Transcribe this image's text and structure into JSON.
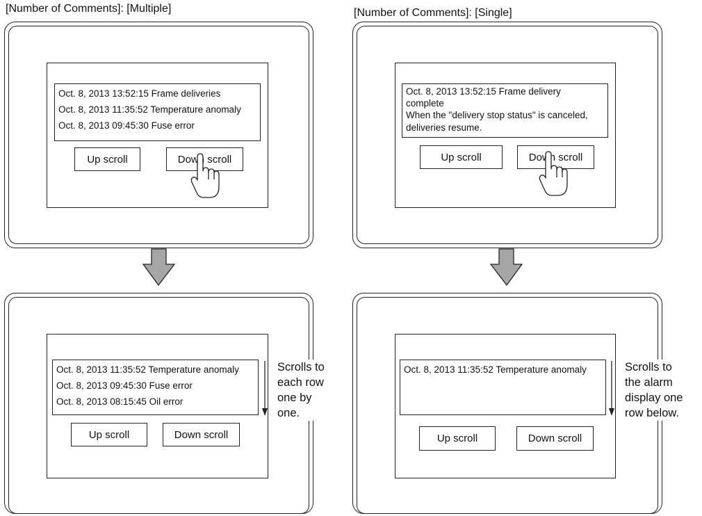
{
  "headings": {
    "multiple": "[Number of Comments]: [Multiple]",
    "single": "[Number of Comments]: [Single]"
  },
  "buttons": {
    "up": "Up scroll",
    "down": "Down scroll"
  },
  "multiple_before": {
    "rows": [
      "Oct. 8, 2013 13:52:15 Frame deliveries",
      "Oct. 8, 2013 11:35:52 Temperature anomaly",
      "Oct. 8, 2013 09:45:30 Fuse error"
    ]
  },
  "multiple_after": {
    "rows": [
      "Oct. 8, 2013 11:35:52 Temperature anomaly",
      "Oct. 8, 2013 09:45:30 Fuse error",
      "Oct. 8, 2013 08:15:45 Oil error"
    ],
    "note": [
      "Scrolls to",
      "each row",
      "one by",
      "one."
    ]
  },
  "single_before": {
    "rows": [
      "Oct. 8, 2013 13:52:15 Frame delivery",
      "complete",
      "When the \"delivery stop status\" is canceled,",
      "deliveries resume."
    ]
  },
  "single_after": {
    "rows": [
      "Oct. 8, 2013 11:35:52 Temperature anomaly"
    ],
    "note": [
      "Scrolls to",
      "the alarm",
      "display one",
      "row below."
    ]
  },
  "colors": {
    "line": "#222222",
    "arrow_fill": "#a6a6a6"
  }
}
